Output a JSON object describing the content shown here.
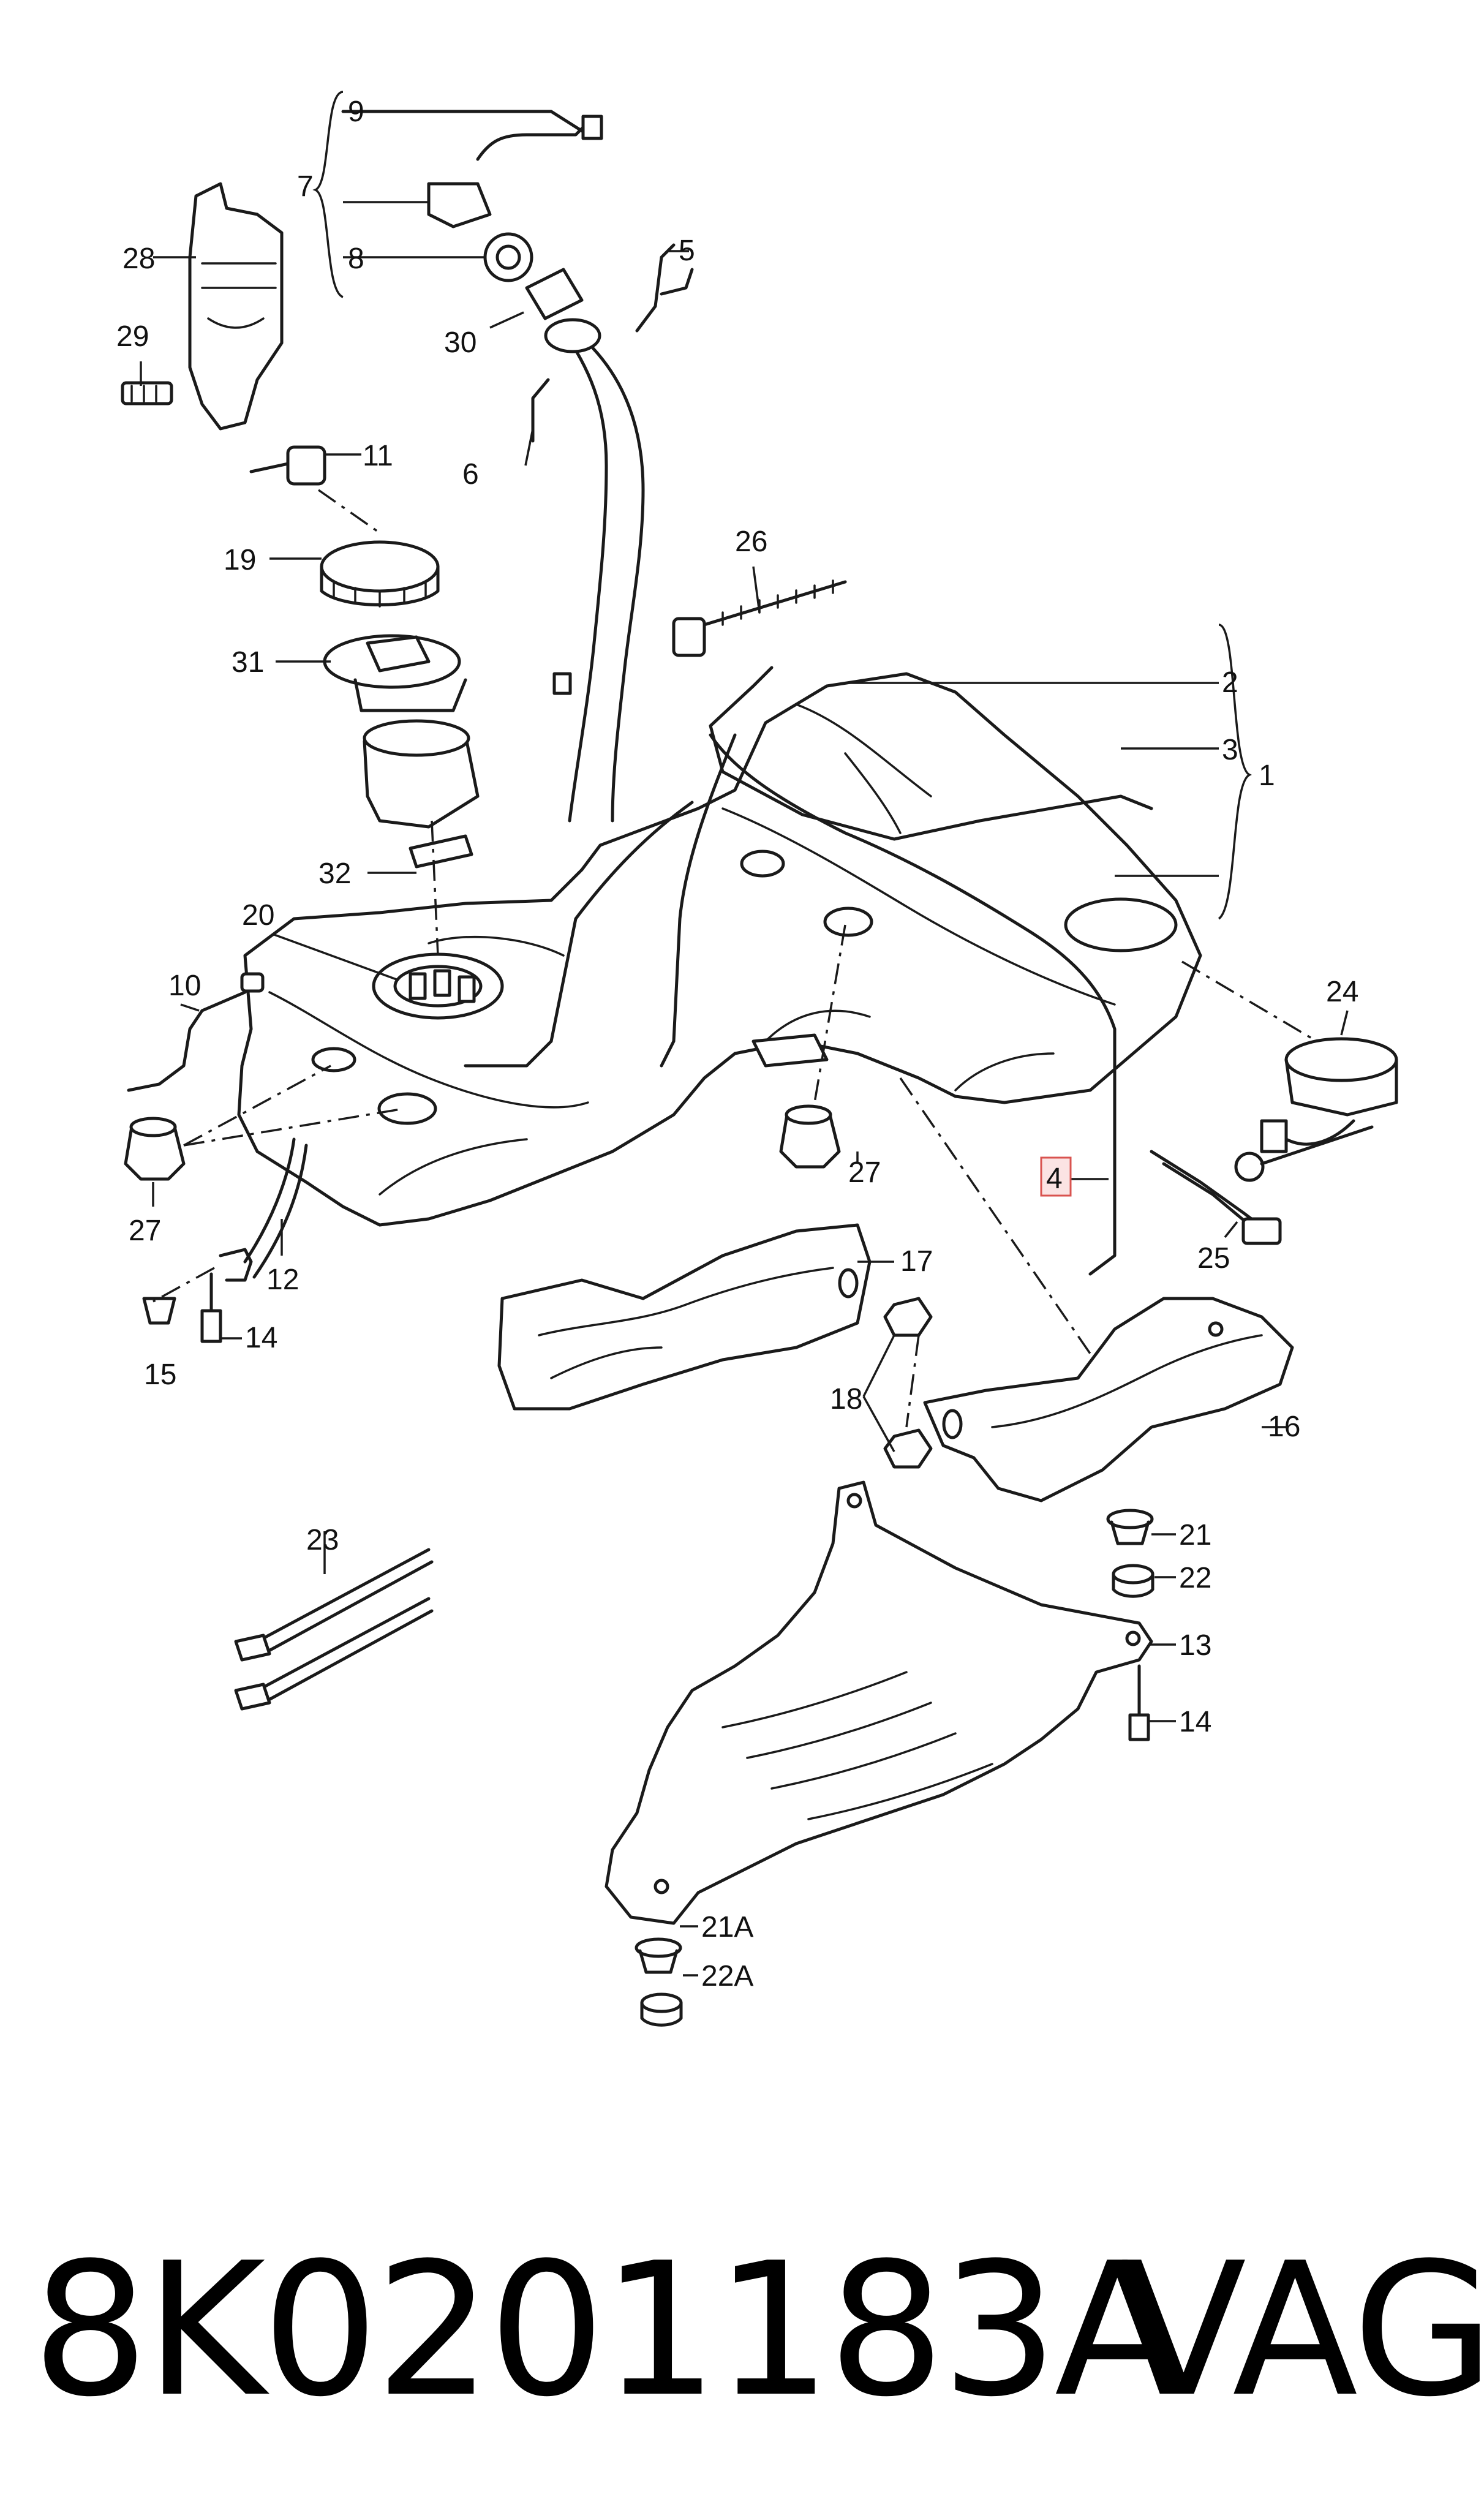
{
  "diagram": {
    "callouts": {
      "c1": "1",
      "c2": "2",
      "c3": "3",
      "c4": "4",
      "c5": "5",
      "c6": "6",
      "c7": "7",
      "c8": "8",
      "c9": "9",
      "c10": "10",
      "c11": "11",
      "c12": "12",
      "c13": "13",
      "c14a": "14",
      "c14b": "14",
      "c15": "15",
      "c16": "16",
      "c17": "17",
      "c18": "18",
      "c19": "19",
      "c20": "20",
      "c21": "21",
      "c21a": "21A",
      "c22": "22",
      "c22a": "22A",
      "c23": "23",
      "c24": "24",
      "c25": "25",
      "c26": "26",
      "c27a": "27",
      "c27b": "27",
      "c28": "28",
      "c29": "29",
      "c30": "30",
      "c31": "31",
      "c32": "32"
    },
    "highlighted_callout": "4",
    "highlight_color": "#d9534f"
  },
  "caption": {
    "part_number": "8K0201183A",
    "brand": "VAG"
  }
}
